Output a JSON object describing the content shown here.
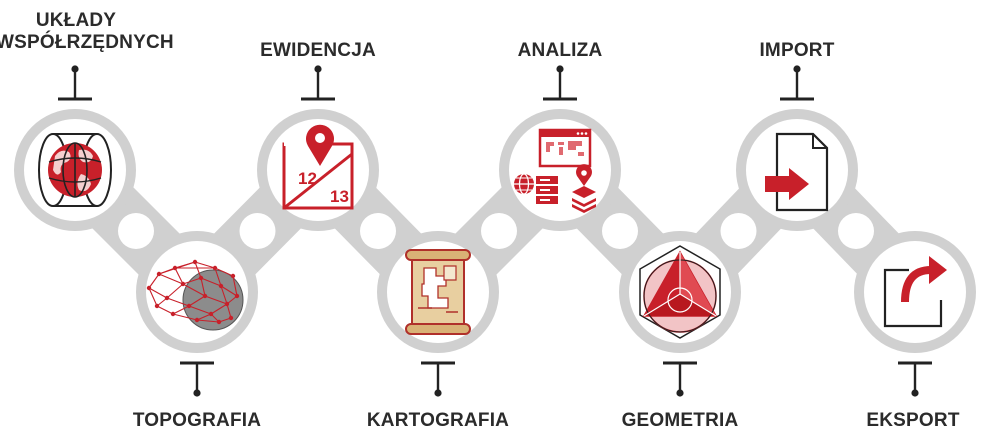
{
  "nodes": [
    {
      "label": "UKŁADY WSPÓŁRZĘDNYCH",
      "icon": "globe-cylinder-icon"
    },
    {
      "label": "TOPOGRAFIA",
      "icon": "wireframe-mesh-icon"
    },
    {
      "label": "EWIDENCJA",
      "icon": "parcel-pin-icon"
    },
    {
      "label": "KARTOGRAFIA",
      "icon": "map-scroll-icon"
    },
    {
      "label": "ANALIZA",
      "icon": "server-map-icon"
    },
    {
      "label": "GEOMETRIA",
      "icon": "geometry-hexagon-icon"
    },
    {
      "label": "IMPORT",
      "icon": "import-file-icon"
    },
    {
      "label": "EKSPORT",
      "icon": "export-box-icon"
    }
  ],
  "parcel_numbers": [
    "12",
    "13"
  ],
  "colors": {
    "ring": "#d0d0d0",
    "accent": "#c8202a",
    "accent_light": "#e06a70",
    "text": "#2b2b2b",
    "stroke": "#222222",
    "parchment": "#e8cfa0"
  }
}
